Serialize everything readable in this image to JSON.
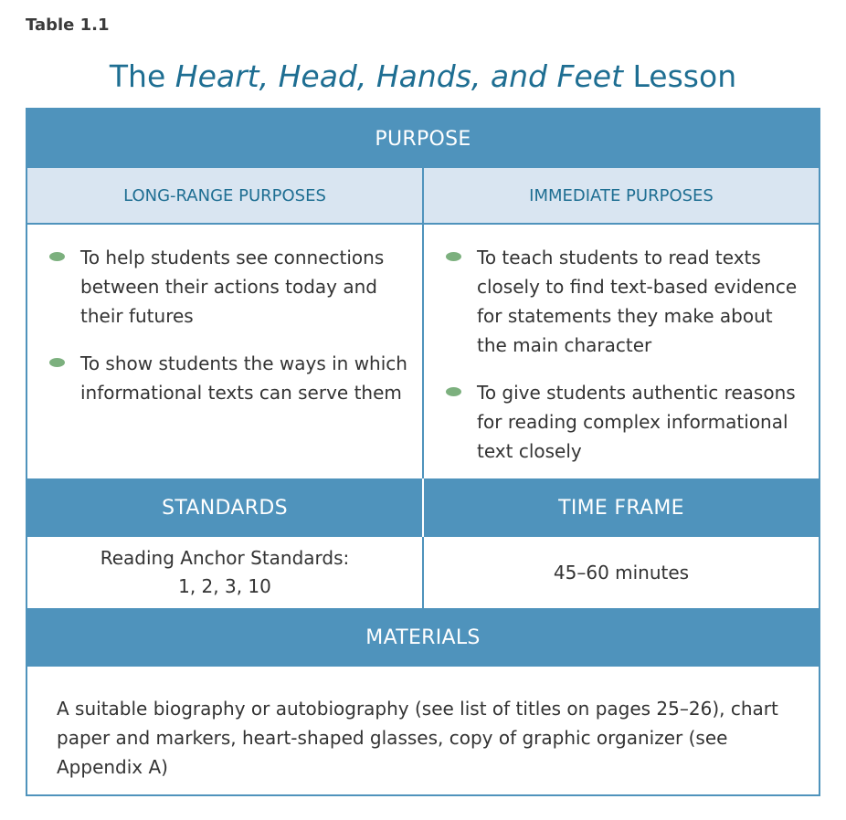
{
  "table_number": "Table 1.1",
  "title": {
    "before": "The ",
    "italic": "Heart, Head, Hands, and Feet",
    "after": " Lesson"
  },
  "purpose": {
    "header": "PURPOSE",
    "long_range": {
      "header": "LONG-RANGE PURPOSES",
      "items": [
        "To help students see connections between their actions today and their futures",
        "To show students the ways in which informational texts can serve them"
      ]
    },
    "immediate": {
      "header": "IMMEDIATE PURPOSES",
      "items": [
        "To teach students to read texts closely to find text-based evidence for statements they make about the main character",
        "To give students authentic reasons for reading complex informational text closely"
      ]
    }
  },
  "standards": {
    "header": "STANDARDS",
    "line1": "Reading Anchor Standards:",
    "line2": "1, 2, 3, 10"
  },
  "time_frame": {
    "header": "TIME FRAME",
    "value": "45–60 minutes"
  },
  "materials": {
    "header": "MATERIALS",
    "text": "A suitable biography or autobiography (see list of titles on pages 25–26), chart paper and markers, heart-shaped glasses, copy of graphic organizer (see Appendix A)"
  },
  "colors": {
    "accent": "#4f93bc",
    "title": "#1e6e92",
    "subhead_bg": "#d9e5f1",
    "bullet": "#7cb07e"
  }
}
